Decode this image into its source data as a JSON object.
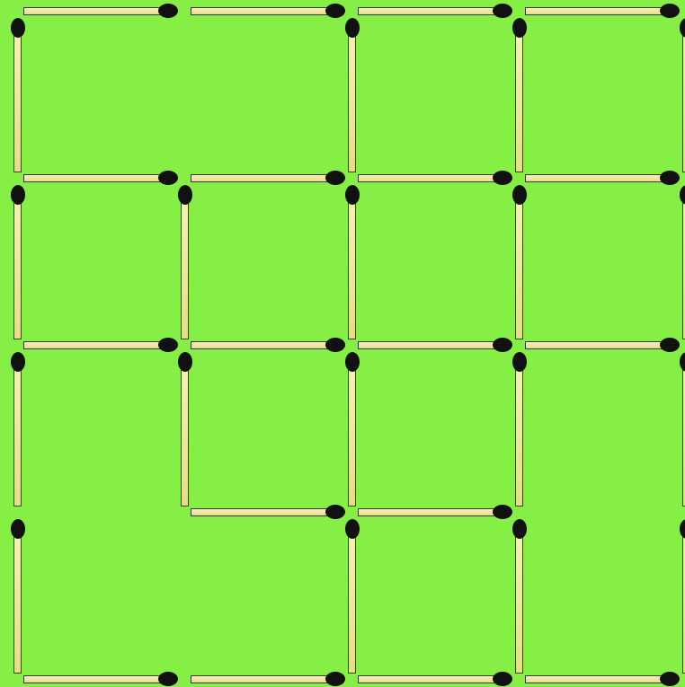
{
  "puzzle": {
    "type": "matchstick-grid",
    "colors": {
      "background": "#86ef45",
      "stick": "#f2eaa5",
      "head": "#111111",
      "outline": "#3a3a22"
    },
    "horizontal_rows": [
      [
        1,
        1,
        1,
        1
      ],
      [
        1,
        1,
        1,
        1
      ],
      [
        1,
        1,
        1,
        1
      ],
      [
        0,
        1,
        1,
        0
      ],
      [
        1,
        1,
        1,
        1
      ]
    ],
    "vertical_rows": [
      [
        1,
        0,
        1,
        1,
        1
      ],
      [
        1,
        1,
        1,
        1,
        1
      ],
      [
        1,
        1,
        1,
        1,
        1
      ],
      [
        1,
        0,
        1,
        1,
        1
      ]
    ]
  }
}
